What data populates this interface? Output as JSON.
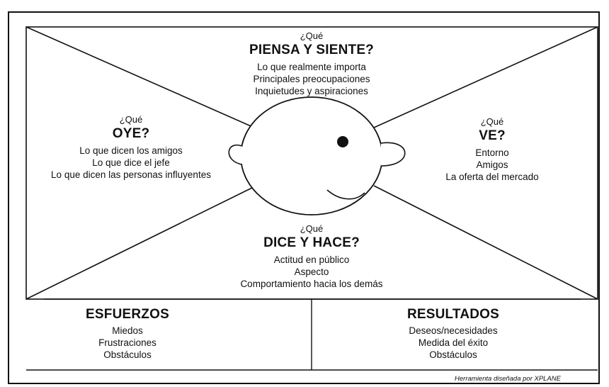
{
  "map": {
    "top": {
      "question": "¿Qué",
      "heading": "PIENSA Y SIENTE?",
      "lines": [
        "Lo que realmente importa",
        "Principales preocupaciones",
        "Inquietudes y aspiraciones"
      ]
    },
    "left": {
      "question": "¿Qué",
      "heading": "OYE?",
      "lines": [
        "Lo que dicen los amigos",
        "Lo que dice el jefe",
        "Lo que dicen las personas influyentes"
      ]
    },
    "right": {
      "question": "¿Qué",
      "heading": "VE?",
      "lines": [
        "Entorno",
        "Amigos",
        "La oferta del mercado"
      ]
    },
    "bottom": {
      "question": "¿Qué",
      "heading": "DICE Y HACE?",
      "lines": [
        "Actitud en público",
        "Aspecto",
        "Comportamiento hacia los demás"
      ]
    }
  },
  "panels": {
    "pains": {
      "heading": "ESFUERZOS",
      "lines": [
        "Miedos",
        "Frustraciones",
        "Obstáculos"
      ]
    },
    "gains": {
      "heading": "RESULTADOS",
      "lines": [
        "Deseos/necesidades",
        "Medida del éxito",
        "Obstáculos"
      ]
    }
  },
  "credit": "Herramienta diseñada por XPLANE"
}
